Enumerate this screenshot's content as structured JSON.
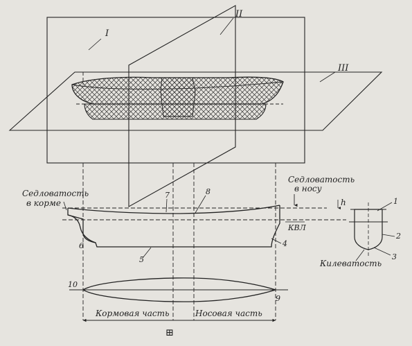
{
  "planes": {
    "one": "I",
    "two": "II",
    "three": "III"
  },
  "annotations": {
    "sheer_aft": "Седловатость в корме",
    "sheer_aft_line1": "Седловатость",
    "sheer_aft_line2": "в корме",
    "sheer_fwd_line1": "Седловатость",
    "sheer_fwd_line2": "в носу",
    "kvl": "КВЛ",
    "h": "h",
    "deadrise": "Килеватость",
    "aft_part": "Кормовая часть",
    "fwd_part": "Носовая часть",
    "midship_symbol": "⊞"
  },
  "numbers": {
    "n1": "1",
    "n2": "2",
    "n3": "3",
    "n4": "4",
    "n5": "5",
    "n6": "6",
    "n7": "7",
    "n8": "8",
    "n9": "9",
    "n10": "10"
  },
  "colors": {
    "paper": "#e6e4df",
    "ink": "#222222"
  }
}
